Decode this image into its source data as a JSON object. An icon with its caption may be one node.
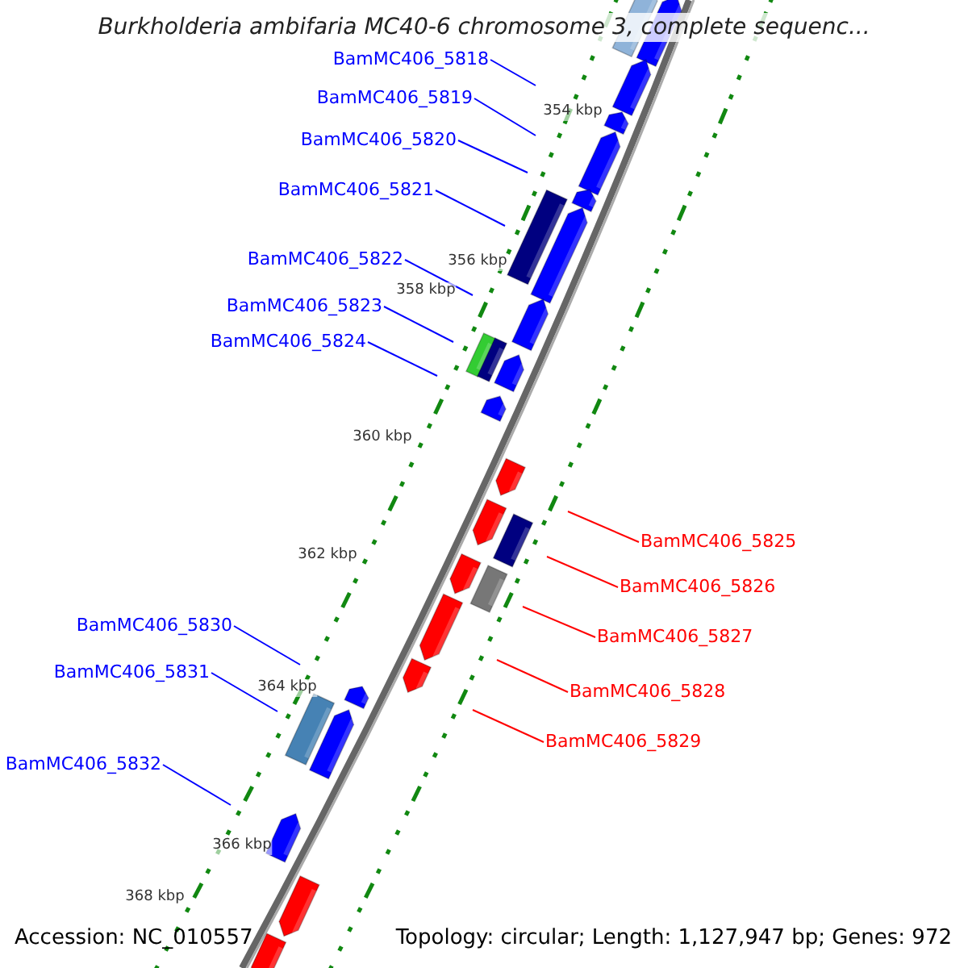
{
  "diagram": {
    "title": "Burkholderia ambifaria MC40-6 chromosome 3, complete sequenc...",
    "nodes": [
      {
        "text": [
          "BamMC406_5818"
        ]
      },
      {
        "text": [
          "BamMC406_5819"
        ]
      },
      {
        "text": [
          "BamMC406_5820"
        ]
      },
      {
        "text": [
          "BamMC406_5821"
        ]
      },
      {
        "text": [
          "BamMC406_5822"
        ]
      },
      {
        "text": [
          "BamMC406_5823"
        ]
      },
      {
        "text": [
          "BamMC406_5824"
        ]
      },
      {
        "text": [
          "BamMC406_5825"
        ]
      },
      {
        "text": [
          "BamMC406_5826"
        ]
      },
      {
        "text": [
          "BamMC406_5827"
        ]
      },
      {
        "text": [
          "BamMC406_5828"
        ]
      },
      {
        "text": [
          "BamMC406_5829"
        ]
      },
      {
        "text": [
          "BamMC406_5830"
        ]
      },
      {
        "text": [
          "BamMC406_5831"
        ]
      },
      {
        "text": [
          "BamMC406_5832"
        ]
      }
    ],
    "edges": [
      {
        "from": 0,
        "to": null,
        "arrow": "none"
      },
      {
        "from": 1,
        "to": null,
        "arrow": "none"
      },
      {
        "from": 2,
        "to": null,
        "arrow": "none"
      },
      {
        "from": 3,
        "to": null,
        "arrow": "none"
      },
      {
        "from": 4,
        "to": null,
        "arrow": "none"
      },
      {
        "from": 5,
        "to": null,
        "arrow": "none"
      },
      {
        "from": 6,
        "to": null,
        "arrow": "none"
      },
      {
        "from": 7,
        "to": null,
        "arrow": "none",
        "color": "#ff0000"
      },
      {
        "from": 8,
        "to": null,
        "arrow": "none",
        "color": "#ff0000"
      },
      {
        "from": 9,
        "to": null,
        "arrow": "none",
        "color": "#ff0000"
      },
      {
        "from": 10,
        "to": null,
        "arrow": "none",
        "color": "#ff0000"
      },
      {
        "from": 11,
        "to": null,
        "arrow": "none",
        "color": "#ff0000"
      },
      {
        "from": 12,
        "to": null,
        "arrow": "none"
      },
      {
        "from": 13,
        "to": null,
        "arrow": "none"
      },
      {
        "from": 14,
        "to": null,
        "arrow": "none"
      }
    ],
    "labels": [
      "354 kbp",
      "356 kbp",
      "358 kbp",
      "360 kbp",
      "362 kbp",
      "364 kbp",
      "366 kbp",
      "368 kbp",
      "Accession: NC_010557",
      "Topology: circular; Length: 1,127,947 bp; Genes: 972"
    ]
  }
}
